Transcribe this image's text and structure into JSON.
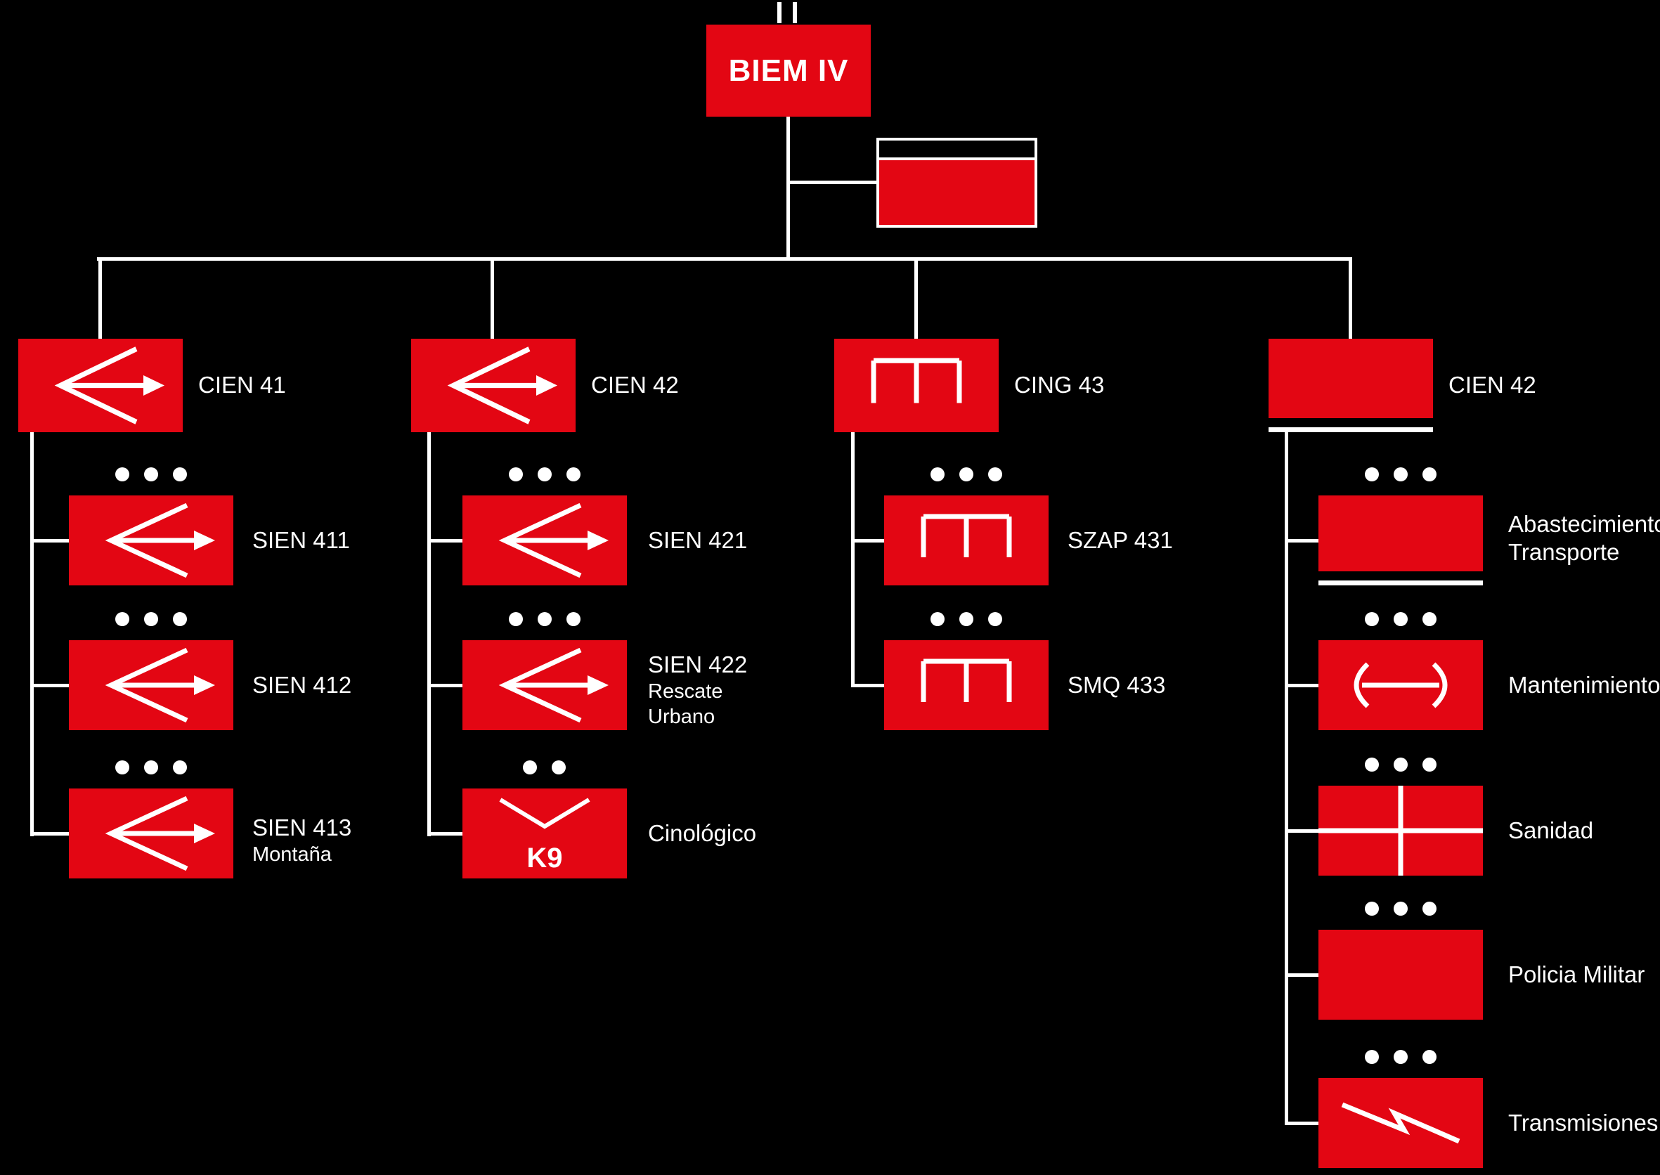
{
  "root": {
    "label": "BIEM IV",
    "echelon": "battalion-II"
  },
  "branches": [
    {
      "label": "CIEN 41",
      "symbol": "intervention-arrow",
      "children": [
        {
          "label": "SIEN 411",
          "symbol": "intervention-arrow",
          "dots": 3
        },
        {
          "label": "SIEN 412",
          "symbol": "intervention-arrow",
          "dots": 3
        },
        {
          "label": "SIEN 413",
          "sublabel": "Montaña",
          "symbol": "intervention-arrow",
          "dots": 3
        }
      ]
    },
    {
      "label": "CIEN 42",
      "symbol": "intervention-arrow",
      "children": [
        {
          "label": "SIEN 421",
          "symbol": "intervention-arrow",
          "dots": 3
        },
        {
          "label": "SIEN 422",
          "sublabel_lines": [
            "Rescate",
            "Urbano"
          ],
          "symbol": "intervention-arrow",
          "dots": 3
        },
        {
          "label": "Cinológico",
          "box_text": "K9",
          "symbol": "k9-chevron",
          "dots": 2
        }
      ]
    },
    {
      "label": "CING 43",
      "symbol": "engineer-bridge",
      "children": [
        {
          "label": "SZAP 431",
          "symbol": "engineer-bridge",
          "dots": 3
        },
        {
          "label": "SMQ 433",
          "symbol": "engineer-bridge",
          "dots": 3
        }
      ]
    },
    {
      "label": "CIEN 42",
      "symbol": "supply-stripe",
      "children": [
        {
          "label_lines": [
            "Abastecimiento",
            "Transporte"
          ],
          "symbol": "supply-stripe",
          "dots": 3
        },
        {
          "label": "Mantenimiento",
          "symbol": "maintenance-wrench",
          "dots": 3
        },
        {
          "label": "Sanidad",
          "symbol": "medical-cross",
          "dots": 3
        },
        {
          "label": "Policia Militar",
          "symbol": "plain",
          "dots": 3
        },
        {
          "label": "Transmisiones",
          "symbol": "signal-lightning",
          "dots": 3
        }
      ]
    }
  ],
  "colors": {
    "unit_red": "#e30613",
    "line_white": "#ffffff",
    "background": "#000000"
  }
}
